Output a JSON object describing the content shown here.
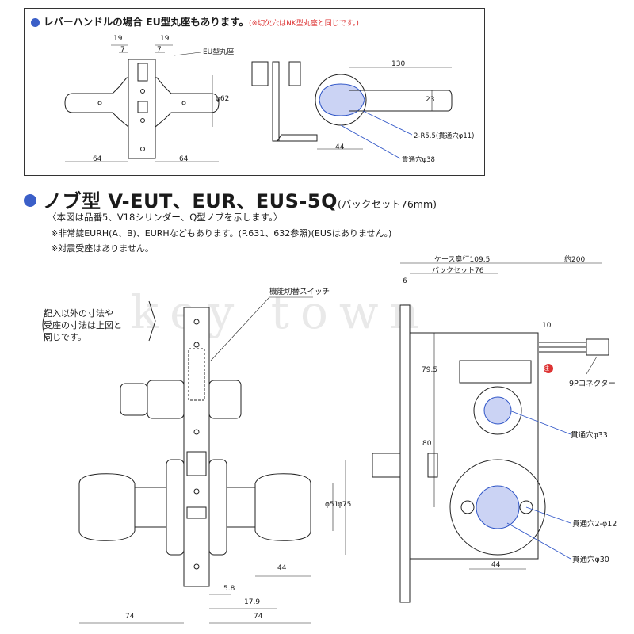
{
  "top_panel": {
    "title": "レバーハンドルの場合 EU型丸座もあります。",
    "title_note": "(※切欠穴はNK型丸座と同じです。)",
    "dims": {
      "d19a": "19",
      "d7a": "7",
      "d19b": "19",
      "d7b": "7",
      "d64a": "64",
      "d64b": "64",
      "phi62": "φ62",
      "d130": "130",
      "d23": "23",
      "d44": "44"
    },
    "labels": {
      "eu_rosette": "EU型丸座",
      "r55": "2-R5.5(貫通穴φ11)",
      "through38": "貫通穴φ38"
    }
  },
  "heading": {
    "title": "ノブ型 V-EUT、EUR、EUS-5Q",
    "backset": "(バックセット76mm)"
  },
  "notes": [
    "〈本図は品番5、V18シリンダー、Q型ノブを示します。〉",
    "※非常錠EURH(A、B)、EURHなどもあります。(P.631、632参照)(EUSはありません。)",
    "※対震受座はありません。"
  ],
  "callout": [
    "記入以外の寸法や",
    "受座の寸法は上図と",
    "同じです。"
  ],
  "front": {
    "switch_label": "機能切替スイッチ",
    "dims": {
      "phi51": "φ51",
      "phi75": "φ75",
      "d44": "44",
      "d58": "5.8",
      "d179": "17.9",
      "d74a": "74",
      "d74b": "74"
    }
  },
  "side": {
    "dims": {
      "case_depth": "ケース奥行109.5",
      "backset": "バックセット76",
      "approx200": "約200",
      "d6": "6",
      "d10": "10",
      "d795": "79.5",
      "d80": "80",
      "d44": "44"
    },
    "labels": {
      "connector": "9Pコネクター",
      "through33": "貫通穴φ33",
      "through12": "貫通穴2-φ12",
      "through30": "貫通穴φ30",
      "caution": "注"
    }
  },
  "watermark": "key town",
  "colors": {
    "accent": "#3b5fc8",
    "blue_line": "#2f55c7",
    "red": "#d33333"
  }
}
